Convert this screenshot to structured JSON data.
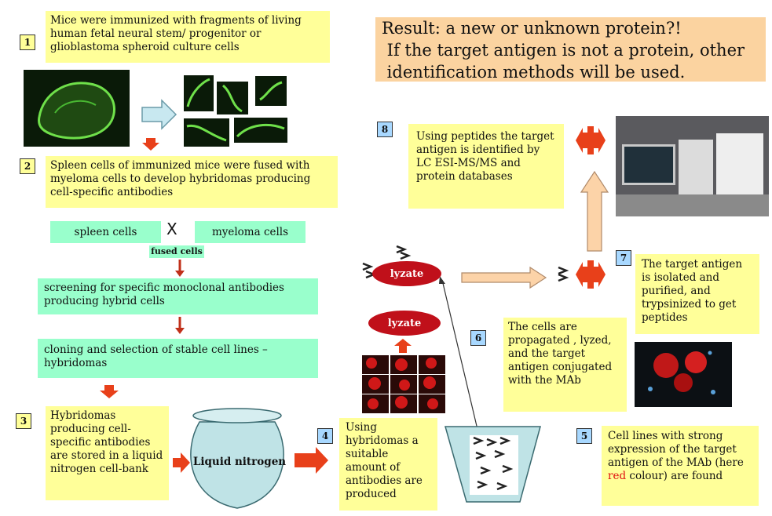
{
  "result": {
    "line1": "Result: a new or unknown protein?!",
    "line2": " If the target antigen is not a protein, other",
    "line3": " identification methods will be used."
  },
  "steps": [
    {
      "number": "1",
      "text": "Mice were immunized with fragments of living human fetal neural stem/ progenitor or glioblastoma spheroid culture cells"
    },
    {
      "number": "2",
      "text": "Spleen cells of immunized mice were fused with myeloma cells to develop hybridomas producing cell-specific antibodies"
    },
    {
      "number": "3",
      "text": "Hybridomas producing cell-specific antibodies are stored in a liquid nitrogen cell-bank"
    },
    {
      "number": "4",
      "text": "Using hybridomas a suitable amount of antibodies are produced"
    },
    {
      "number": "5",
      "text_before": "Cell lines with strong expression of the  target antigen of the MAb (here ",
      "text_red": "red",
      "text_after": " colour)  are found"
    },
    {
      "number": "6",
      "text": "The cells are propagated , lyzed, and the target antigen conjugated with the MAb"
    },
    {
      "number": "7",
      "text": "The target antigen is isolated and purified, and trypsinized to get peptides"
    },
    {
      "number": "8",
      "text": "Using peptides the target antigen is identified by LC ESI-MS/MS and protein databases"
    }
  ],
  "fusion": {
    "spleen": "spleen cells",
    "x": "X",
    "myeloma": "myeloma cells",
    "fused": "fused cells"
  },
  "screening": "screening for specific monoclonal antibodies producing hybrid cells",
  "cloning": "cloning and selection of stable cell lines – hybridomas",
  "nitrogen": "Liquid nitrogen",
  "lyzate1": "lyzate",
  "lyzate2": "lyzate",
  "colors": {
    "yellow_box": "#ffff99",
    "teal_box": "#99ffcc",
    "result_box": "#fbd3a0",
    "badge_blue": "#a8d8ff",
    "lyzate_red": "#c0101a",
    "arrow_red": "#e8401a",
    "arrow_light_blue": "#c8e8f0",
    "arrow_peach": "#fcd3a8",
    "tank": "#bfe3e6"
  }
}
